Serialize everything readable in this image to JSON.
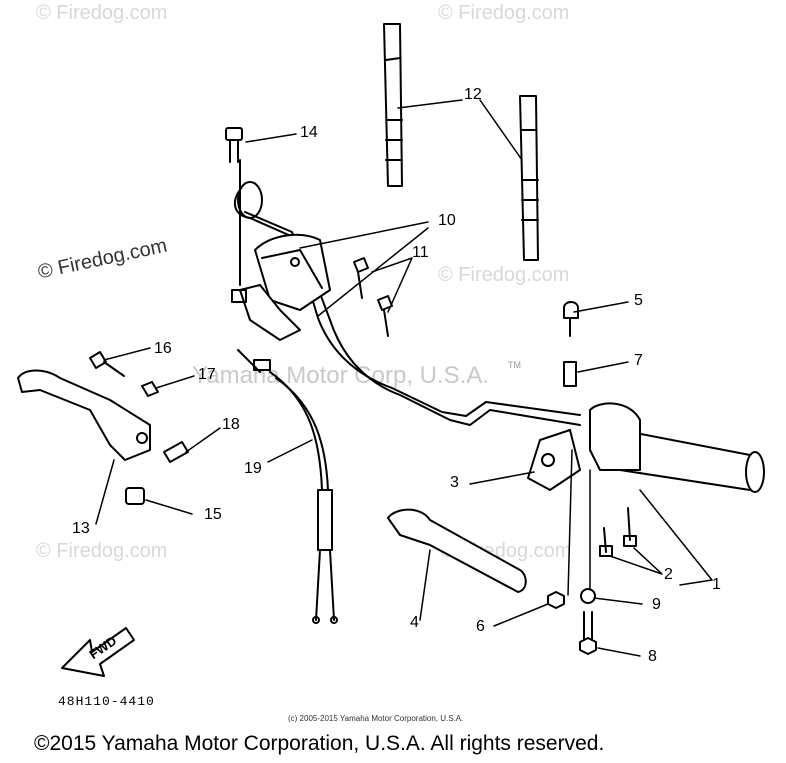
{
  "watermarks": {
    "text": "© Firedog.com",
    "center": "Yamaha Motor Corp, U.S.A.",
    "tm": "TM"
  },
  "callouts": [
    "1",
    "2",
    "3",
    "4",
    "5",
    "6",
    "7",
    "8",
    "9",
    "10",
    "11",
    "12",
    "13",
    "14",
    "15",
    "16",
    "17",
    "18",
    "19"
  ],
  "fwd_label": "FWD",
  "diagram_code": "48H110-4410",
  "small_copyright": "(c) 2005-2015 Yamaha Motor Corporation, U.S.A.",
  "footer_copyright": "©2015 Yamaha Motor Corporation, U.S.A. All rights reserved."
}
